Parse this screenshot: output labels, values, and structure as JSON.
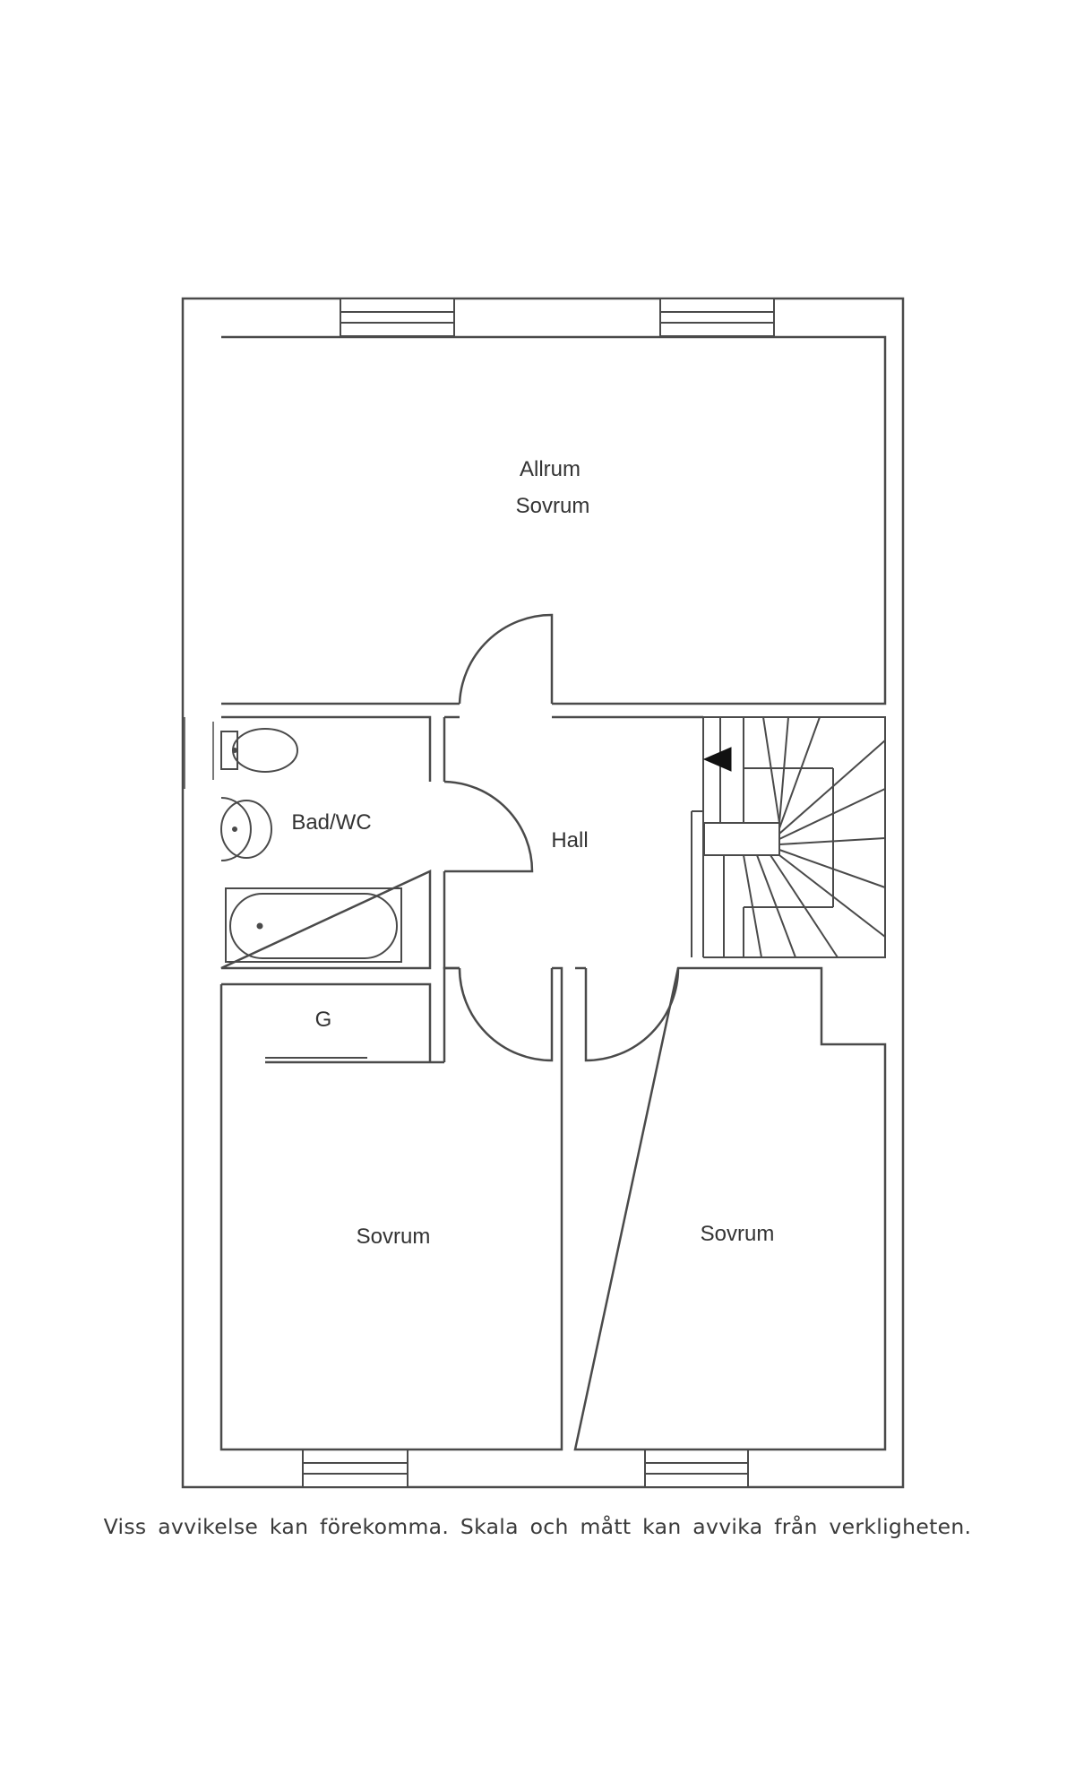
{
  "rooms": {
    "allrum_1": "Allrum",
    "allrum_2": "Sovrum",
    "bad": "Bad/WC",
    "hall": "Hall",
    "garderob": "G",
    "sovrum_left": "Sovrum",
    "sovrum_right": "Sovrum"
  },
  "disclaimer": "Viss avvikelse kan förekomma. Skala och mått kan avvika från verkligheten.",
  "colors": {
    "line": "#4a4a4a",
    "text": "#333333",
    "background": "#ffffff"
  }
}
